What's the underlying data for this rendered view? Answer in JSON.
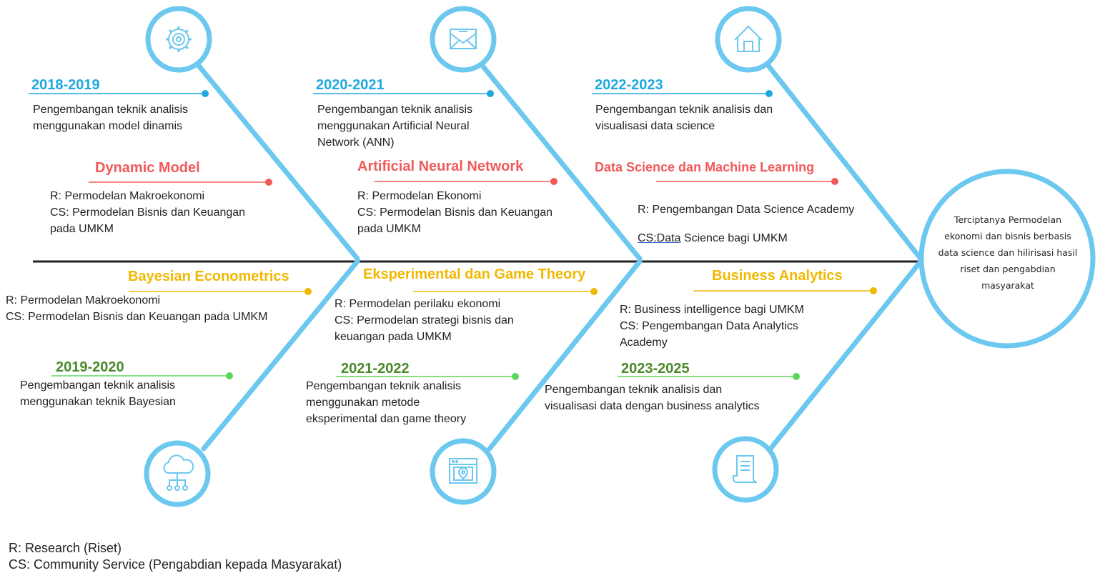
{
  "top_branches": [
    {
      "period": "2018-2019",
      "desc": [
        "Pengembangan teknik analisis",
        "menggunakan model dinamis"
      ],
      "category": "Dynamic Model",
      "r": "R:   Permodelan Makroekonomi",
      "cs": [
        "CS: Permodelan Bisnis dan Keuangan",
        "pada UMKM"
      ],
      "icon": "gear-icon"
    },
    {
      "period": "2020-2021",
      "desc": [
        "Pengembangan teknik analisis",
        "menggunakan Artificial Neural",
        "Network (ANN)"
      ],
      "category": "Artificial Neural Network",
      "r": "R:   Permodelan Ekonomi",
      "cs": [
        "CS: Permodelan Bisnis dan Keuangan",
        "pada UMKM"
      ],
      "icon": "envelope-icon"
    },
    {
      "period": "2022-2023",
      "desc": [
        "Pengembangan teknik analisis dan",
        "visualisasi data science"
      ],
      "category": "Data Science dan Machine Learning",
      "r": "R:  Pengembangan Data Science Academy",
      "cs_prefix": "CS:Data",
      "cs_rest": " Science bagi UMKM",
      "icon": "home-icon"
    }
  ],
  "bottom_branches": [
    {
      "category": "Bayesian Econometrics",
      "r": "R:   Permodelan Makroekonomi",
      "cs": "CS: Permodelan Bisnis dan Keuangan pada UMKM",
      "period": "2019-2020",
      "desc": [
        "Pengembangan teknik analisis",
        "menggunakan teknik Bayesian"
      ],
      "icon": "cloud-network-icon"
    },
    {
      "category": "Eksperimental dan Game Theory",
      "r": "R:   Permodelan perilaku ekonomi",
      "cs": [
        "CS: Permodelan strategi bisnis dan",
        "keuangan pada UMKM"
      ],
      "period": "2021-2022",
      "desc": [
        "Pengembangan teknik analisis",
        "menggunakan metode",
        "eksperimental dan game theory"
      ],
      "icon": "browser-location-icon"
    },
    {
      "category": "Business Analytics",
      "r": "R:   Business intelligence bagi UMKM",
      "cs": [
        "CS: Pengembangan Data Analytics",
        "Academy"
      ],
      "period": "2023-2025",
      "desc": [
        "Pengembangan teknik analisis dan",
        "visualisasi data dengan business analytics"
      ],
      "icon": "document-icon"
    }
  ],
  "result": [
    "Terciptanya Permodelan",
    "ekonomi dan bisnis berbasis",
    "data science dan hilirisasi hasil",
    "riset dan pengabdian",
    "masyarakat"
  ],
  "legend": [
    "R: Research (Riset)",
    "CS: Community Service (Pengabdian kepada Masyarakat)"
  ],
  "colors": {
    "bone": "#6cc8ef",
    "spine": "#222222",
    "blue_text": "#1fa8e0",
    "red_text": "#f05a5a",
    "gold_text": "#f0b800",
    "green_text": "#4a8a2a",
    "green_line": "#5ad65a"
  }
}
